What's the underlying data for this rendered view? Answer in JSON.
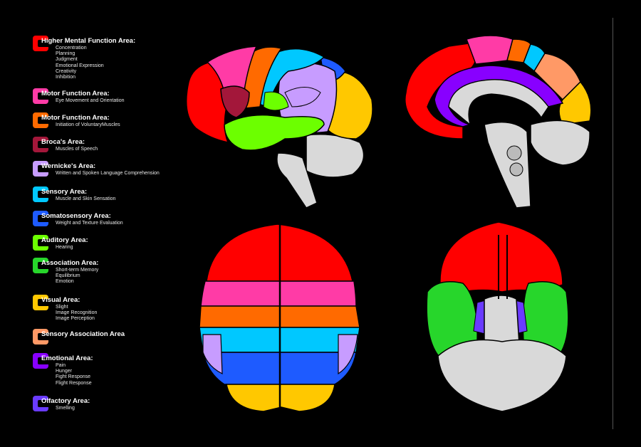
{
  "legend": [
    {
      "title": "Higher Mental Function Area:",
      "lines": [
        "Concentration",
        "Planning",
        "Judgment",
        "Emotional Expression",
        "Creativity",
        "Inhibition"
      ],
      "color": "#ff0000"
    },
    {
      "title": "Motor Function Area:",
      "lines": [
        "Eye Movement and Orientation"
      ],
      "color": "#ff3ba6"
    },
    {
      "title": "Motor Function Area:",
      "lines": [
        "Initiation of VoluntaryMuscles"
      ],
      "color": "#ff6a00"
    },
    {
      "title": "Broca's Area:",
      "lines": [
        "Muscles of Speech"
      ],
      "color": "#a3173a"
    },
    {
      "title": "Wernicke's Area:",
      "lines": [
        "Written and Spoken Language Comprehension"
      ],
      "color": "#c79cff"
    },
    {
      "title": "Sensory Area:",
      "lines": [
        "Muscle and Skin Sensation"
      ],
      "color": "#00c8ff"
    },
    {
      "title": "Somatosensory Area:",
      "lines": [
        "Weight and Texture Evaluation"
      ],
      "color": "#1e5bff"
    },
    {
      "title": "Auditory Area:",
      "lines": [
        "Hearing"
      ],
      "color": "#6cff00"
    },
    {
      "title": "Association Area:",
      "lines": [
        "Short-term Memory",
        "Equilibrium",
        "Emotion"
      ],
      "color": "#27d62b"
    },
    {
      "title": "Visual Area:",
      "lines": [
        "Slight",
        "Image Recognition",
        "Image Perception"
      ],
      "color": "#ffc800"
    },
    {
      "title": "Sensory Association Area",
      "lines": [],
      "color": "#ff9966"
    },
    {
      "title": "Emotional Area:",
      "lines": [
        "Pain",
        "Hunger",
        "Fight Response",
        "Flight Response"
      ],
      "color": "#8800ff"
    },
    {
      "title": "Olfactory Area:",
      "lines": [
        "Smelling"
      ],
      "color": "#6a3bff"
    }
  ],
  "colors": {
    "higher_mental": "#ff0000",
    "motor_eye": "#ff3ba6",
    "motor_voluntary": "#ff6a00",
    "broca": "#a3173a",
    "wernicke": "#c79cff",
    "sensory": "#00c8ff",
    "somatosensory": "#1e5bff",
    "auditory": "#6cff00",
    "association": "#27d62b",
    "visual": "#ffc800",
    "sensory_association": "#ff9966",
    "emotional": "#8800ff",
    "olfactory": "#6a3bff",
    "brainstem": "#d9d9d9",
    "background": "#000000"
  }
}
